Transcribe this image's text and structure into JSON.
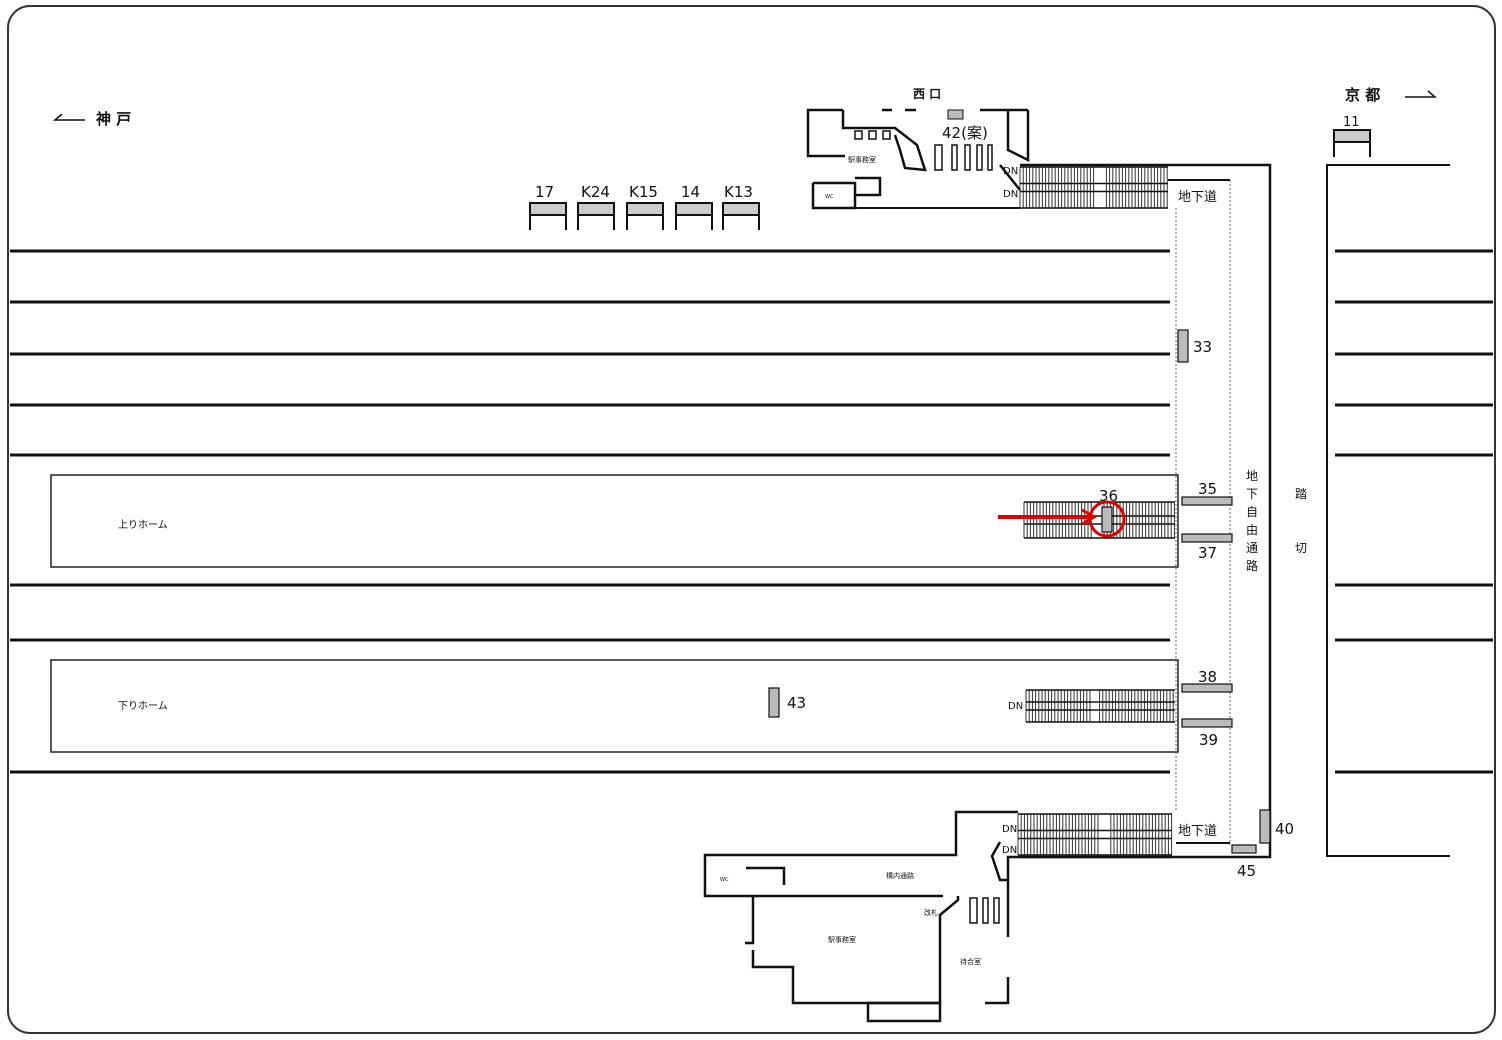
{
  "directions": {
    "left": "神 戸",
    "right": "京 都"
  },
  "entrances": {
    "west": "西 口"
  },
  "platforms": {
    "up": "上りホーム",
    "down": "下りホーム"
  },
  "passages": {
    "underground_top": "地下道",
    "underground_bottom": "地下道",
    "free_passage": [
      "地",
      "下",
      "自",
      "由",
      "通",
      "路"
    ],
    "crossing": [
      "踏",
      "切"
    ]
  },
  "rooms": {
    "office_top": "駅事務室",
    "wc_top": "WC",
    "office_bottom": "駅事務室",
    "wc_bottom": "WC",
    "concourse": "構内通路",
    "ticket_gate": "改札",
    "waiting_room": "待合室"
  },
  "stair_labels": {
    "dn": "DN"
  },
  "signs": {
    "s17": "17",
    "k24": "K24",
    "k15": "K15",
    "s14": "14",
    "k13": "K13",
    "s11": "11",
    "s42": "42(案)",
    "s33": "33",
    "s35": "35",
    "s36": "36",
    "s37": "37",
    "s38": "38",
    "s39": "39",
    "s40": "40",
    "s43": "43",
    "s45": "45"
  },
  "highlight": {
    "target": "36",
    "color": "#e00000"
  }
}
